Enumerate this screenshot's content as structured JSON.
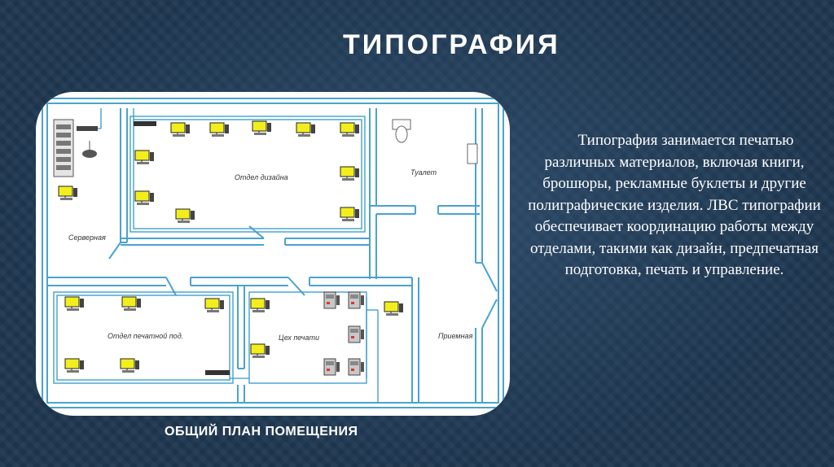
{
  "slide": {
    "title": "ТИПОГРАФИЯ",
    "description": "Типография занимается печатью различных материалов, включая книги, брошюры, рекламные буклеты и другие полиграфические изделия. ЛВС типографии обеспечивает координацию работы между отделами, такими как дизайн, предпечатная подготовка, печать и управление.",
    "caption": "ОБЩИЙ ПЛАН ПОМЕЩЕНИЯ"
  },
  "floor_plan": {
    "rooms": {
      "server": "Серверная",
      "design": "Отдел дизайна",
      "toilet": "Туалет",
      "prepress": "Отдел печатной под.",
      "print": "Цех печати",
      "reception": "Приемная"
    }
  },
  "colors": {
    "wall": "#4aa3cf",
    "cable": "#3399cc",
    "monitor": "#f2ee1e",
    "background": "#1e3650"
  }
}
